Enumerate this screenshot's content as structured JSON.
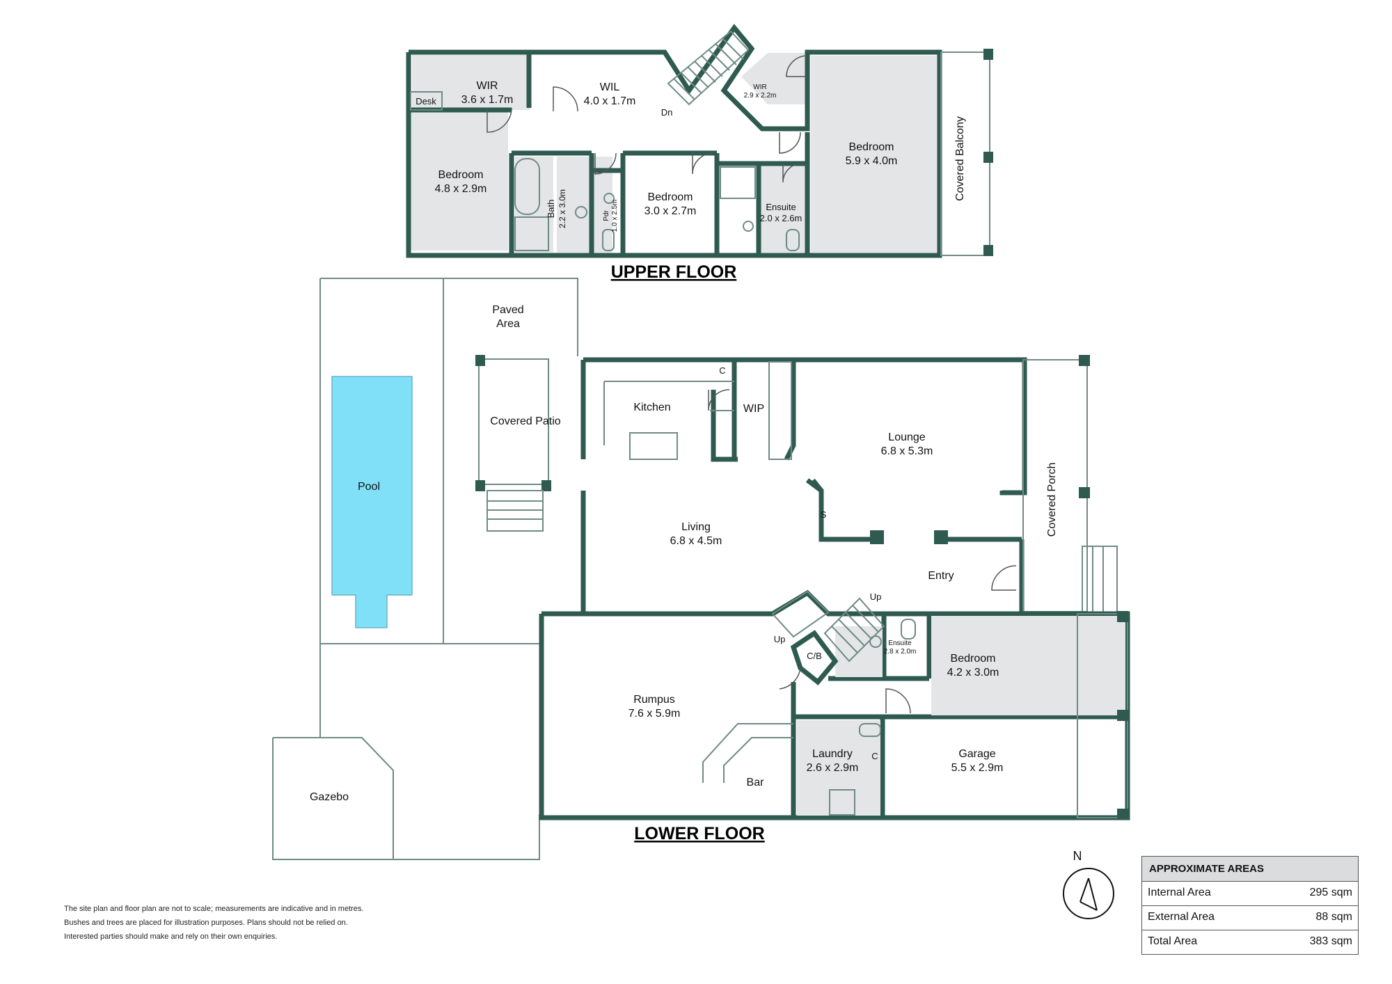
{
  "floors": {
    "upper": "UPPER FLOOR",
    "lower": "LOWER FLOOR"
  },
  "upper_rooms": {
    "wir1_name": "WIR",
    "wir1_dim": "3.6 x 1.7m",
    "wil_name": "WIL",
    "wil_dim": "4.0 x 1.7m",
    "desk": "Desk",
    "dn": "Dn",
    "wir2_name": "WIR",
    "wir2_dim": "2.9 x 2.2m",
    "bed1_name": "Bedroom",
    "bed1_dim": "4.8 x 2.9m",
    "bath_name": "Bath",
    "bath_dim": "2.2 x 3.0m",
    "pdr_name": "Pdr",
    "pdr_dim": "1.0 x 2.5m",
    "bed2_name": "Bedroom",
    "bed2_dim": "3.0 x 2.7m",
    "ensuite_name": "Ensuite",
    "ensuite_dim": "2.0 x 2.6m",
    "master_name": "Bedroom",
    "master_dim": "5.9 x 4.0m",
    "balcony": "Covered Balcony"
  },
  "lower_rooms": {
    "paved": "Paved",
    "paved2": "Area",
    "pool": "Pool",
    "patio": "Covered Patio",
    "kitchen": "Kitchen",
    "wip": "WIP",
    "c1": "C",
    "lounge_name": "Lounge",
    "lounge_dim": "6.8 x 5.3m",
    "porch": "Covered Porch",
    "living_name": "Living",
    "living_dim": "6.8 x 4.5m",
    "s": "S",
    "entry": "Entry",
    "up1": "Up",
    "up2": "Up",
    "cb": "C/B",
    "ens_name": "Ensuite",
    "ens_dim": "2.8 x 2.0m",
    "bed_name": "Bedroom",
    "bed_dim": "4.2 x 3.0m",
    "rumpus_name": "Rumpus",
    "rumpus_dim": "7.6 x 5.9m",
    "laundry_name": "Laundry",
    "laundry_dim": "2.6 x 2.9m",
    "c2": "C",
    "bar": "Bar",
    "garage_name": "Garage",
    "garage_dim": "5.5 x 2.9m",
    "gazebo": "Gazebo"
  },
  "compass": {
    "north": "N"
  },
  "disclaimer": [
    "The site plan and floor plan are not to scale; measurements are indicative and in metres.",
    "Bushes and trees are placed for illustration purposes. Plans should not be relied on.",
    "Interested parties should make and rely on their own enquiries."
  ],
  "areas": {
    "heading": "APPROXIMATE AREAS",
    "rows": [
      {
        "label": "Internal Area",
        "value": "295 sqm"
      },
      {
        "label": "External Area",
        "value": "88 sqm"
      },
      {
        "label": "Total Area",
        "value": "383 sqm"
      }
    ]
  },
  "colors": {
    "wall": "#2e5a4f",
    "pool": "#7fe0f8",
    "wet_area": "#e3e5e6"
  }
}
